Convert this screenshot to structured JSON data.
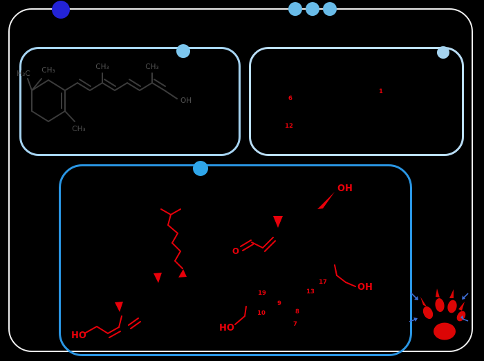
{
  "colors": {
    "bg": "#000000",
    "border": "#f0f0f0",
    "dot-primary": "#2323d6",
    "dot-trio": "#69bbe8",
    "panel1-border": "#a6d4f2",
    "panel1-dot": "#7cc6ee",
    "panel2-border": "#b9ddf5",
    "panel2-dot": "#a6d4f0",
    "panel3-border": "#2a96e4",
    "panel3-dot": "#2fa6ea",
    "gray-line": "#3c3c3c",
    "gray-text": "#525252",
    "red": "#e8000a",
    "paw": "#dc0505",
    "arrow": "#3f6fd8"
  },
  "retinol": {
    "labels": {
      "gem_left": "H₃C",
      "gem_right": "CH₃",
      "ring_methyl": "CH₃",
      "chain_methyl_1": "CH₃",
      "chain_methyl_2": "CH₃",
      "hydroxyl": "OH"
    }
  },
  "numbered": {
    "pos6": "6",
    "pos1": "1",
    "pos12": "12"
  },
  "calcitriol": {
    "labels": {
      "hydroxyl_top": "OH",
      "hydroxyl_right": "OH",
      "hydroxyl_mid": "HO",
      "hydroxyl_left": "HO",
      "ketone_o": "O"
    },
    "positions": {
      "c19": "19",
      "c9": "9",
      "c10": "10",
      "c8": "8",
      "c7": "7",
      "c13": "13",
      "c17": "17"
    }
  }
}
